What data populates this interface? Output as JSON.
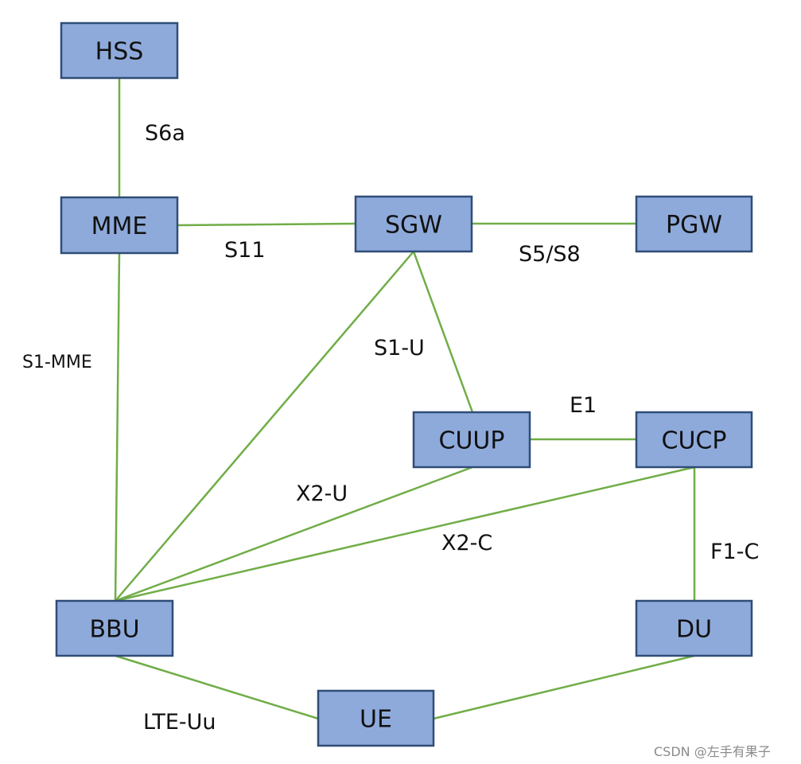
{
  "colors": {
    "node_fill": "#8eaadb",
    "node_border": "#2f4d77",
    "link": "#70ad47",
    "text": "#111111"
  },
  "diagram": {
    "nodes": [
      {
        "id": "hss",
        "label": "HSS"
      },
      {
        "id": "mme",
        "label": "MME"
      },
      {
        "id": "sgw",
        "label": "SGW"
      },
      {
        "id": "pgw",
        "label": "PGW"
      },
      {
        "id": "cuup",
        "label": "CUUP"
      },
      {
        "id": "cucp",
        "label": "CUCP"
      },
      {
        "id": "bbu",
        "label": "BBU"
      },
      {
        "id": "du",
        "label": "DU"
      },
      {
        "id": "ue",
        "label": "UE"
      }
    ],
    "links": [
      {
        "id": "s6a",
        "from": "hss",
        "to": "mme",
        "label": "S6a"
      },
      {
        "id": "s11",
        "from": "mme",
        "to": "sgw",
        "label": "S11"
      },
      {
        "id": "s5s8",
        "from": "sgw",
        "to": "pgw",
        "label": "S5/S8"
      },
      {
        "id": "s1mme",
        "from": "mme",
        "to": "bbu",
        "label": "S1-MME"
      },
      {
        "id": "s1u",
        "from": "sgw",
        "to": "cuup",
        "label": "S1-U"
      },
      {
        "id": "sgwbbu",
        "from": "sgw",
        "to": "bbu",
        "label": ""
      },
      {
        "id": "e1",
        "from": "cuup",
        "to": "cucp",
        "label": "E1"
      },
      {
        "id": "x2u",
        "from": "cuup",
        "to": "bbu",
        "label": "X2-U"
      },
      {
        "id": "x2c",
        "from": "cucp",
        "to": "bbu",
        "label": "X2-C"
      },
      {
        "id": "f1c",
        "from": "cucp",
        "to": "du",
        "label": "F1-C"
      },
      {
        "id": "lteuu",
        "from": "bbu",
        "to": "ue",
        "label": "LTE-Uu"
      },
      {
        "id": "duue",
        "from": "du",
        "to": "ue",
        "label": ""
      }
    ]
  },
  "watermark": "CSDN @左手有果子"
}
